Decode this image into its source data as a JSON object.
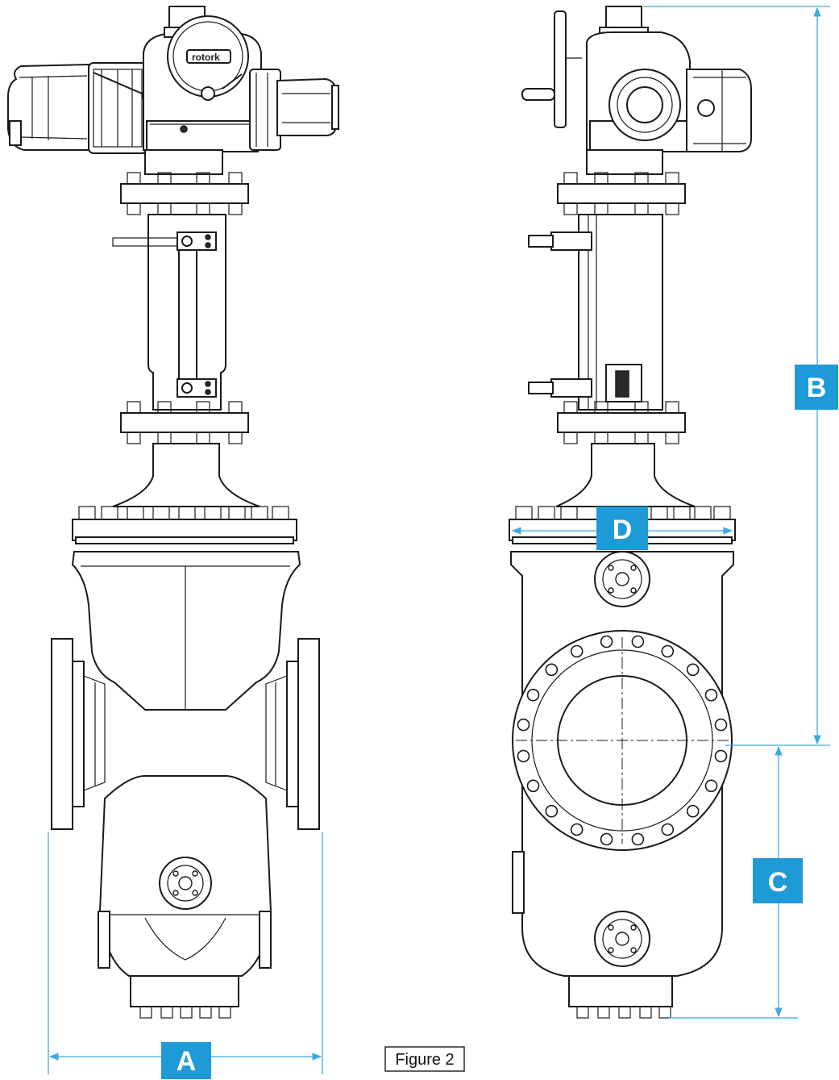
{
  "figure_label": "Figure 2",
  "actuator_brand": "rotork",
  "dimension_labels": {
    "a": "A",
    "b": "B",
    "c": "C",
    "d": "D"
  },
  "colors": {
    "dimension_lines": "#3fa9dd",
    "label_box": "#1e9ad6",
    "label_text": "#ffffff",
    "drawing_lines": "#1a1a1a"
  },
  "icons": {
    "dimension_arrow": "arrow-head-icon"
  }
}
